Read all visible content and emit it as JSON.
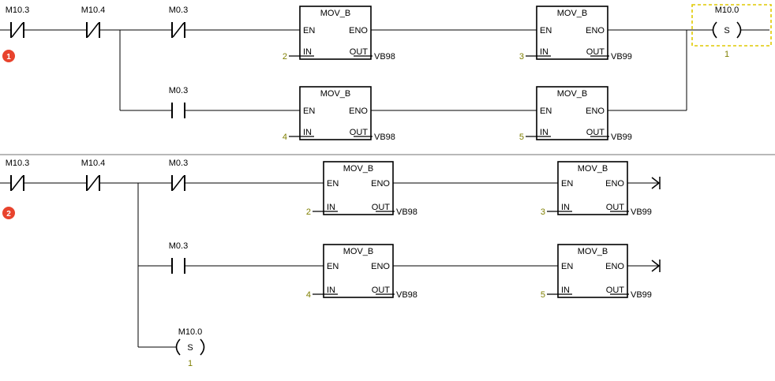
{
  "colors": {
    "wire": "#000000",
    "constant_text": "#7f7f00",
    "badge": "#e8432d",
    "selection_box": "#dfc900",
    "separator": "#b8b8b8"
  },
  "pins": {
    "en": "EN",
    "eno": "ENO",
    "in": "IN",
    "out": "OUT"
  },
  "networks": [
    {
      "badge": "1",
      "contacts": [
        {
          "label": "M10.3",
          "type": "NC"
        },
        {
          "label": "M10.4",
          "type": "NC"
        },
        {
          "label": "M0.3",
          "type": "NC"
        },
        {
          "label": "M0.3",
          "type": "NO"
        }
      ],
      "boxes": [
        {
          "title": "MOV_B",
          "in_value": "2",
          "out_operand": "VB98"
        },
        {
          "title": "MOV_B",
          "in_value": "3",
          "out_operand": "VB99"
        },
        {
          "title": "MOV_B",
          "in_value": "4",
          "out_operand": "VB98"
        },
        {
          "title": "MOV_B",
          "in_value": "5",
          "out_operand": "VB99"
        }
      ],
      "coil": {
        "operand": "M10.0",
        "instruction": "S",
        "value": "1",
        "selected": true
      }
    },
    {
      "badge": "2",
      "contacts": [
        {
          "label": "M10.3",
          "type": "NC"
        },
        {
          "label": "M10.4",
          "type": "NC"
        },
        {
          "label": "M0.3",
          "type": "NC"
        },
        {
          "label": "M0.3",
          "type": "NO"
        }
      ],
      "boxes": [
        {
          "title": "MOV_B",
          "in_value": "2",
          "out_operand": "VB98"
        },
        {
          "title": "MOV_B",
          "in_value": "3",
          "out_operand": "VB99"
        },
        {
          "title": "MOV_B",
          "in_value": "4",
          "out_operand": "VB98"
        },
        {
          "title": "MOV_B",
          "in_value": "5",
          "out_operand": "VB99"
        }
      ],
      "coil": {
        "operand": "M10.0",
        "instruction": "S",
        "value": "1",
        "selected": false
      }
    }
  ]
}
